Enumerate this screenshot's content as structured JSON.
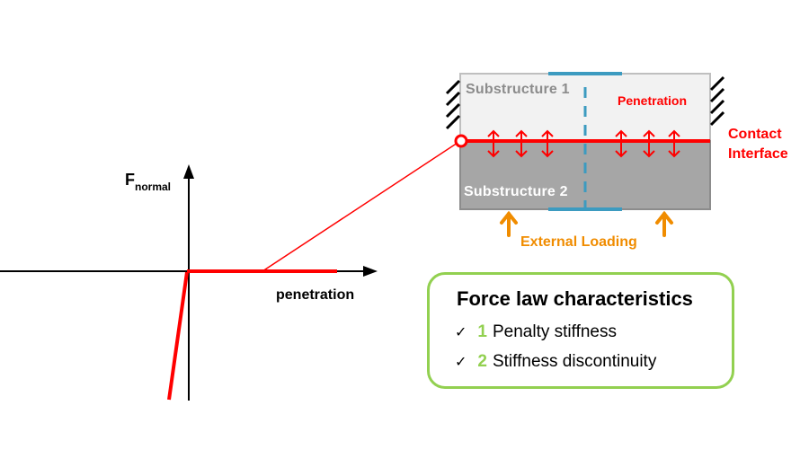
{
  "diagram": {
    "substructure_1_label": "Substructure  1",
    "substructure_2_label": "Substructure  2",
    "penetration_label": "Penetration",
    "contact_interface_label_line1": "Contact",
    "contact_interface_label_line2": "Interface",
    "external_loading_label": "External Loading",
    "y_axis_label_main": "F",
    "y_axis_label_sub": "normal",
    "x_axis_label": "penetration"
  },
  "force_law_box": {
    "title": "Force law characteristics",
    "items": [
      {
        "check": "✓",
        "number": "1",
        "text": "Penalty stiffness"
      },
      {
        "check": "✓",
        "number": "2",
        "text": "Stiffness discontinuity"
      }
    ]
  },
  "colors": {
    "red": "#ff0000",
    "green": "#92d050",
    "orange": "#f08c00",
    "teal": "#3c9bc0",
    "upper_block": "#f2f2f2",
    "lower_block": "#a6a6a6"
  }
}
